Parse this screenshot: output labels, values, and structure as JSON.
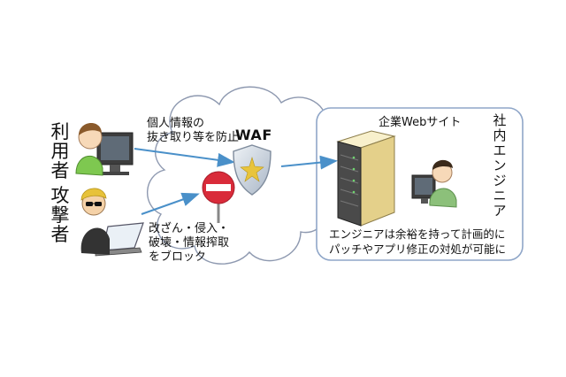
{
  "labels": {
    "user": "利用者",
    "attacker": "攻撃者",
    "user_note_line1": "個人情報の",
    "user_note_line2": "抜き取り等を防止",
    "attacker_note_line1": "改ざん・侵入・",
    "attacker_note_line2": "破壊・情報搾取",
    "attacker_note_line3": "をブロック",
    "waf": "WAF",
    "site_title": "企業Webサイト",
    "engineer": "社内エンジニア",
    "site_note_line1": "エンジニアは余裕を持って計画的に",
    "site_note_line2": "パッチやアプリ修正の対処が可能に"
  },
  "colors": {
    "arrow": "#4a90c9",
    "cloud_stroke": "#8e99b0",
    "box_stroke": "#8fa6c8",
    "no_entry": "#d92b3a",
    "shield": "#cfd8e3",
    "shield_emblem": "#e8c43c",
    "server": "#f3e6b4",
    "user_shirt": "#7ec850",
    "attacker_shirt": "#333333",
    "engineer_shirt": "#8cc07a"
  },
  "icons": {
    "user": "person-at-computer-icon",
    "attacker": "hacker-with-laptop-icon",
    "blocker": "no-entry-sign-icon",
    "waf": "shield-icon",
    "server": "server-rack-icon",
    "engineer": "engineer-at-computer-icon"
  }
}
